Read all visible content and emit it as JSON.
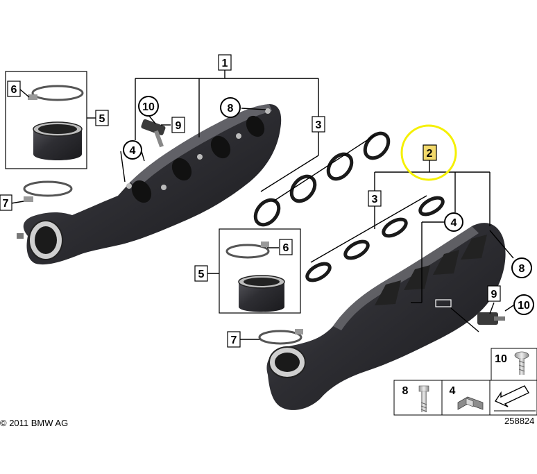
{
  "callouts": {
    "n1": "1",
    "n2": "2",
    "n3a": "3",
    "n3b": "3",
    "n4a": "4",
    "n4b": "4",
    "n4c": "4",
    "n5a": "5",
    "n5b": "5",
    "n6a": "6",
    "n6b": "6",
    "n7a": "7",
    "n7b": "7",
    "n8a": "8",
    "n8b": "8",
    "n8c": "8",
    "n9a": "9",
    "n9b": "9",
    "n10a": "10",
    "n10b": "10",
    "n10c": "10"
  },
  "footer": {
    "copyright": "© 2011 BMW AG",
    "diagram_id": "258824"
  },
  "colors": {
    "highlight_fill": "#f2d96b",
    "highlight_ring": "#f5f000",
    "part_dark": "#2f2f33"
  }
}
